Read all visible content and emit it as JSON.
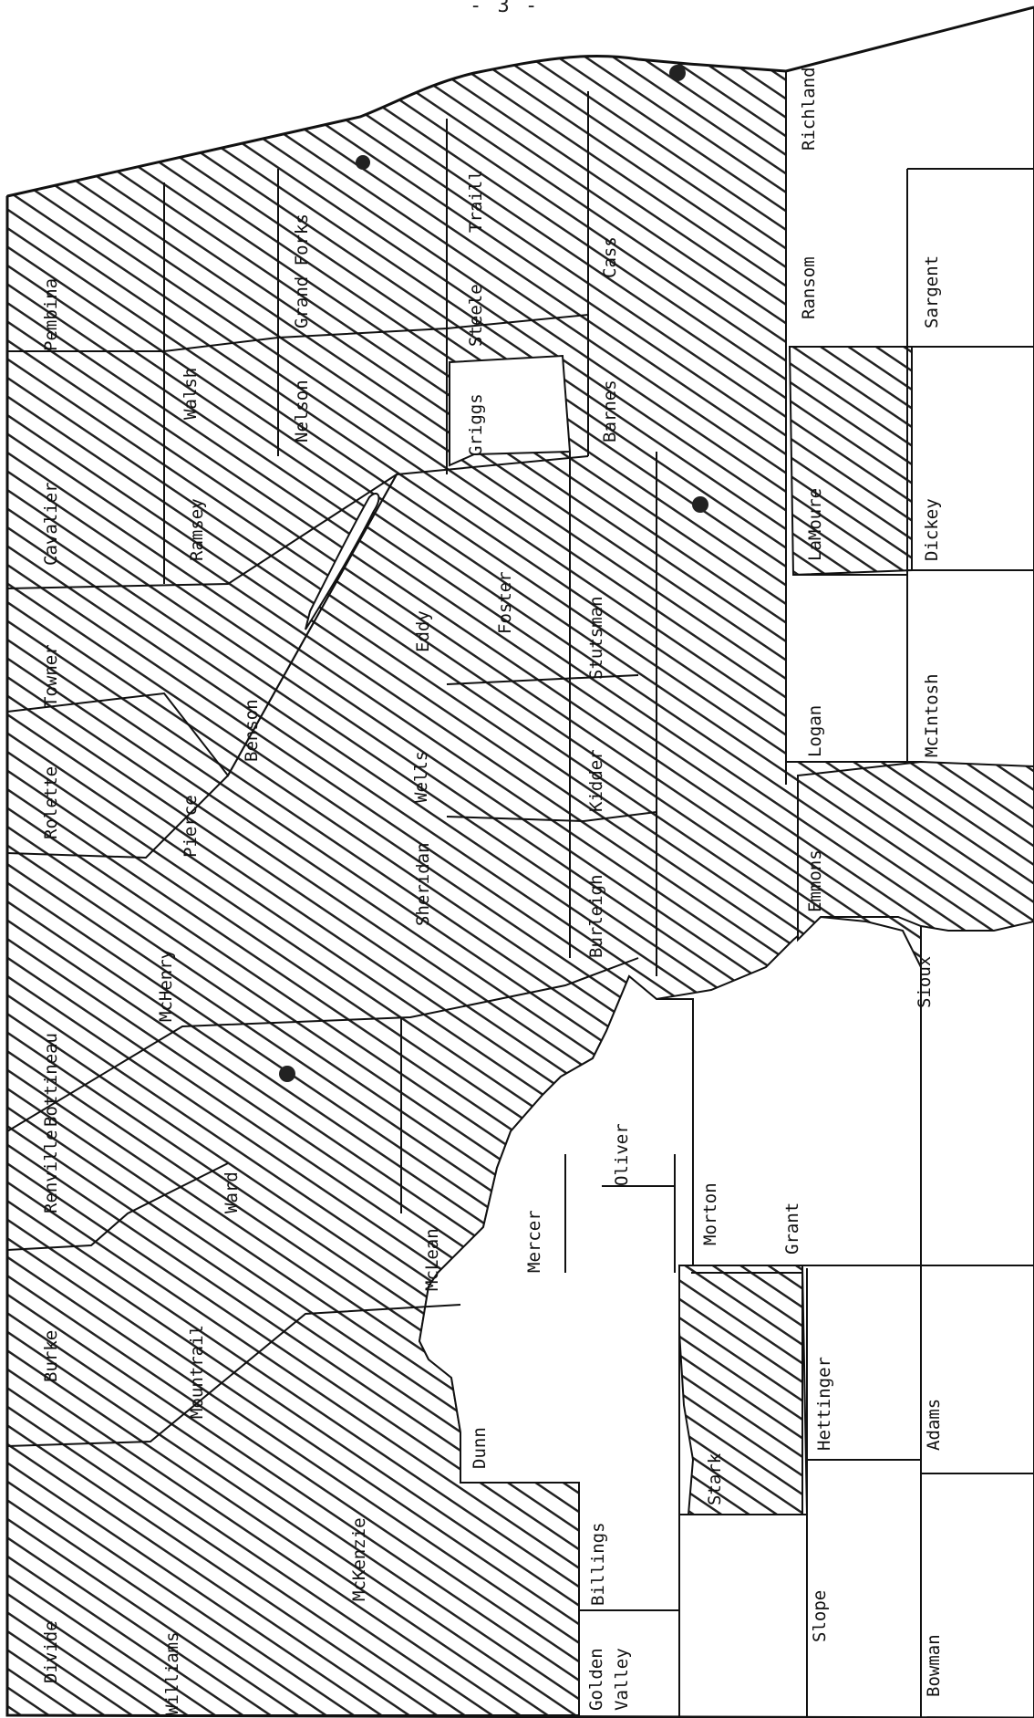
{
  "page": {
    "number": "- 3 -"
  },
  "legend_colors": {
    "ink": "#111111",
    "paper": "#ffffff",
    "hatch": "#222222"
  },
  "counties": {
    "divide": "Divide",
    "burke": "Burke",
    "renville": "Renville",
    "bottineau": "Bottineau",
    "rolette": "Rolette",
    "towner": "Towner",
    "cavalier": "Cavalier",
    "pembina": "Pembina",
    "williams": "Williams",
    "mountrail": "Mountrail",
    "ward": "Ward",
    "mchenry": "McHenry",
    "pierce": "Pierce",
    "benson": "Benson",
    "ramsey": "Ramsey",
    "walsh": "Walsh",
    "nelson": "Nelson",
    "grand_forks": "Grand Forks",
    "mckenzie": "McKenzie",
    "mclean": "McLean",
    "sheridan": "Sheridan",
    "wells": "Wells",
    "eddy": "Eddy",
    "foster": "Foster",
    "griggs": "Griggs",
    "steele": "Steele",
    "traill": "Traill",
    "dunn": "Dunn",
    "mercer": "Mercer",
    "oliver": "Oliver",
    "burleigh": "Burleigh",
    "kidder": "Kidder",
    "stutsman": "Stutsman",
    "barnes": "Barnes",
    "cass": "Cass",
    "golden": "Golden",
    "valley": "Valley",
    "billings": "Billings",
    "stark": "Stark",
    "morton": "Morton",
    "grant": "Grant",
    "sioux": "Sioux",
    "emmons": "Emmons",
    "logan": "Logan",
    "lamoure": "LaMoure",
    "ransom": "Ransom",
    "richland": "Richland",
    "slope": "Slope",
    "hettinger": "Hettinger",
    "bowman": "Bowman",
    "adams": "Adams",
    "mcintosh": "McIntosh",
    "dickey": "Dickey",
    "sargent": "Sargent"
  }
}
